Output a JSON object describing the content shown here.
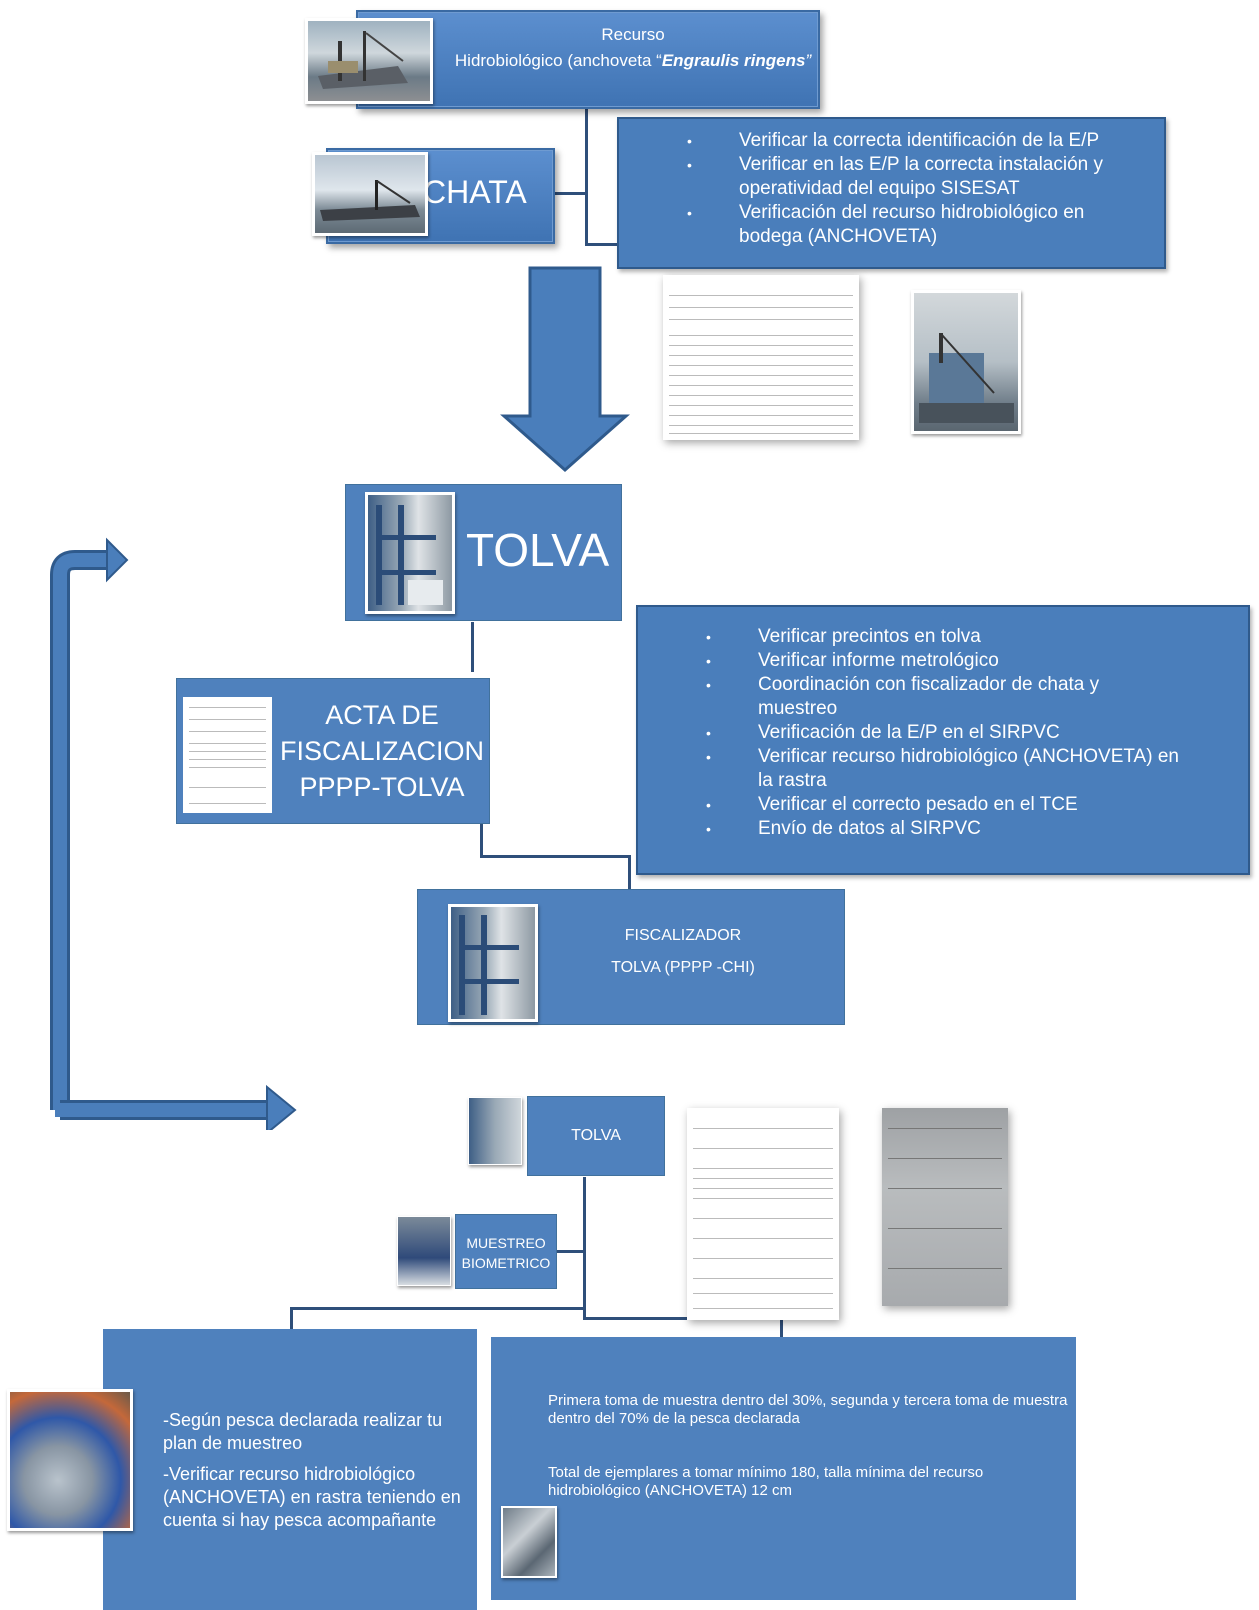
{
  "recurso": {
    "line1": "Recurso",
    "line2": "Hidrobiológico (anchoveta “",
    "species": "Engraulis ringens",
    "close": "”"
  },
  "chata": {
    "label": "CHATA"
  },
  "chata_checks": [
    "Verificar la correcta identificación de la E/P",
    "Verificar en las E/P la correcta instalación y operatividad del equipo SISESAT",
    "Verificación del recurso hidrobiológico en bodega (ANCHOVETA)"
  ],
  "tolva": {
    "label": "TOLVA"
  },
  "acta": {
    "line1": "ACTA DE",
    "line2": "FISCALIZACION",
    "line3": "PPPP-TOLVA"
  },
  "tolva_checks": [
    "Verificar precintos en tolva",
    "Verificar informe metrológico",
    "Coordinación con fiscalizador de chata y muestreo",
    "Verificación de la E/P en el SIRPVC",
    "Verificar recurso hidrobiológico (ANCHOVETA) en la rastra",
    "Verificar el correcto pesado en el TCE",
    "Envío de datos al SIRPVC"
  ],
  "fiscalizador": {
    "line1": "FISCALIZADOR",
    "line2": "TOLVA (PPPP -CHI)"
  },
  "tolva_small": {
    "label": "TOLVA"
  },
  "muestreo": {
    "line1": "MUESTREO",
    "line2": "BIOMETRICO"
  },
  "plan": {
    "p1": "-Según pesca declarada realizar tu plan de muestreo",
    "p2": "-Verificar recurso hidrobiológico (ANCHOVETA) en rastra teniendo en cuenta si hay pesca acompañante"
  },
  "muestra": {
    "p1": "Primera toma de muestra dentro del 30%, segunda y tercera toma de muestra dentro del 70% de la pesca declarada",
    "p2": "Total de ejemplares a tomar mínimo 180, talla mínima del recurso hidrobiológico (ANCHOVETA) 12 cm"
  },
  "colors": {
    "box_blue": "#4f81bd",
    "arrow_blue": "#4a7ebb",
    "connector": "#2f4f7a"
  }
}
